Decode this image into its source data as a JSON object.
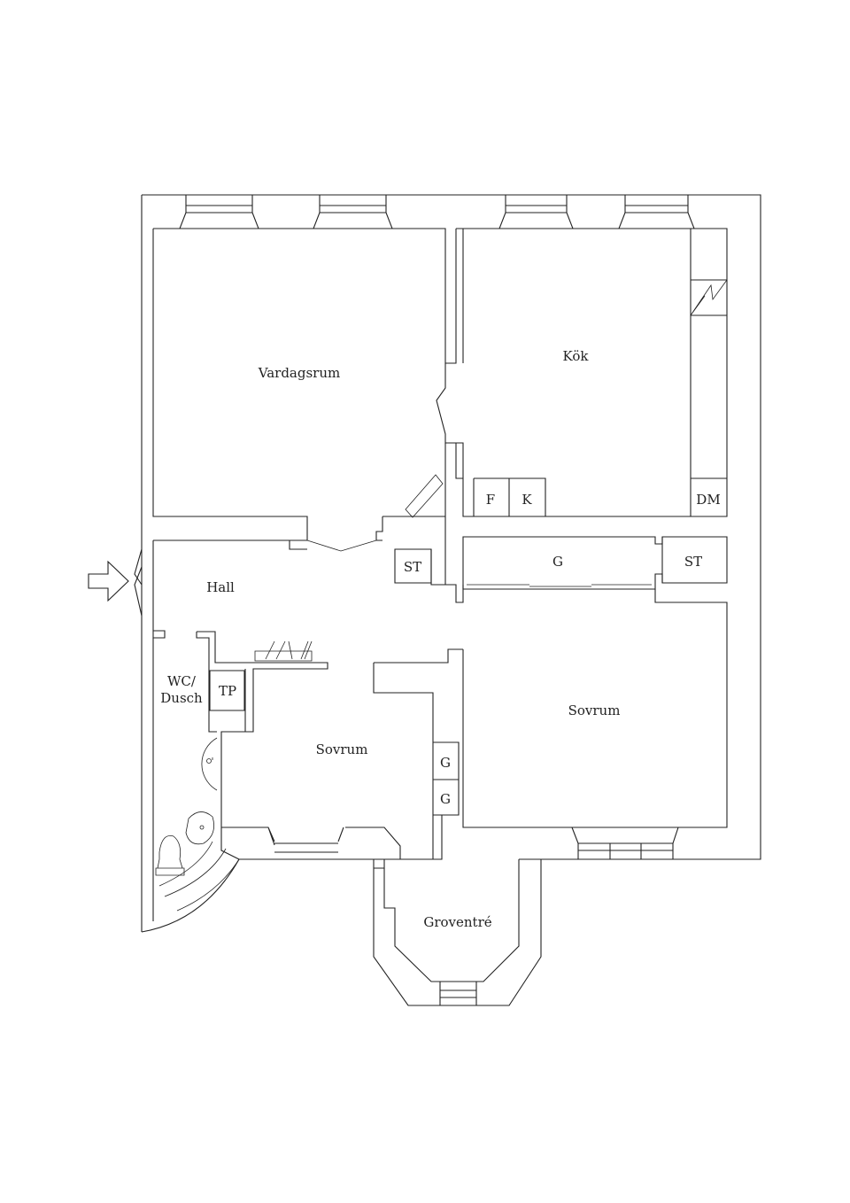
{
  "labels": {
    "vardagsrum": "Vardagsrum",
    "kok": "Kök",
    "f": "F",
    "k": "K",
    "dm": "DM",
    "st_hall": "ST",
    "g_wardrobe": "G",
    "st_right": "ST",
    "hall": "Hall",
    "wc_line1": "WC/",
    "wc_line2": "Dusch",
    "tp": "TP",
    "sovrum_left": "Sovrum",
    "sovrum_right": "Sovrum",
    "g_upper": "G",
    "g_lower": "G",
    "groventre": "Groventré"
  }
}
